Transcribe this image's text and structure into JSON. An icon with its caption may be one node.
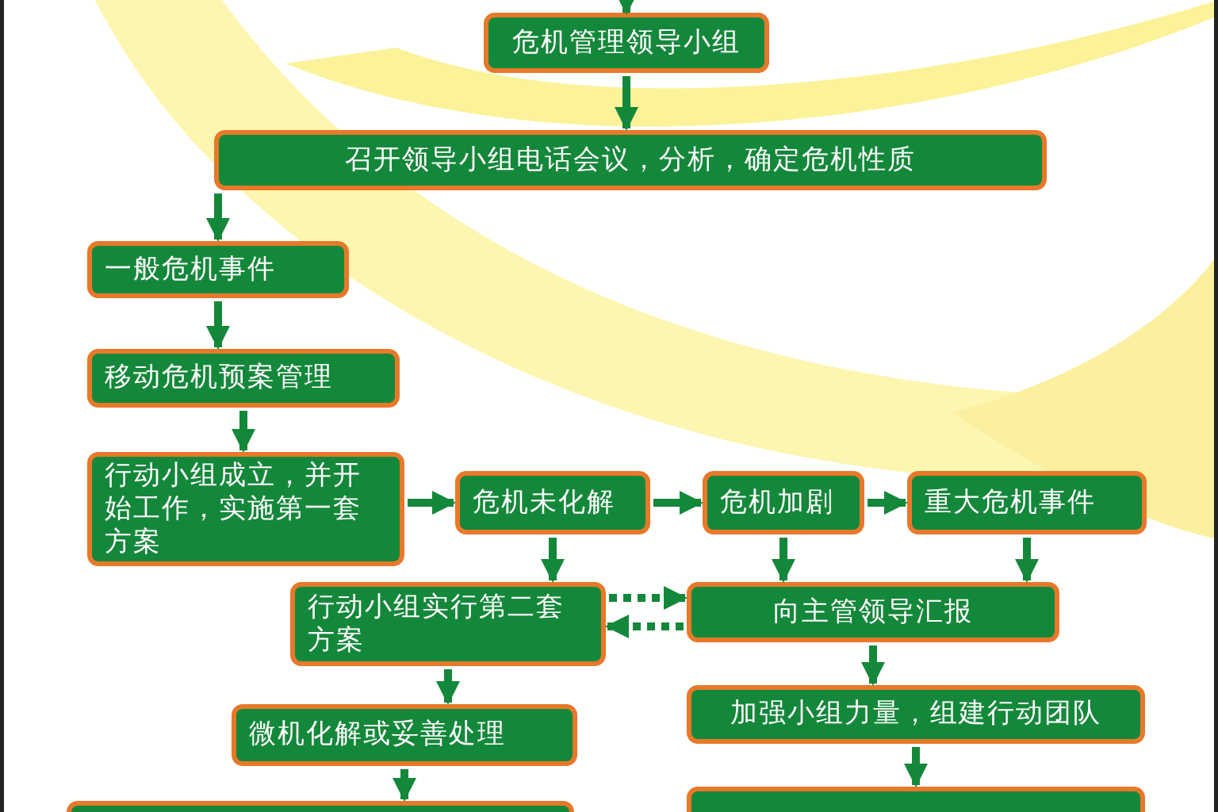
{
  "diagram": {
    "nodes": [
      {
        "text": [
          "危机管理领导小组"
        ]
      },
      {
        "text": [
          "召开领导小组电话会议，分析，确定危机性质"
        ]
      },
      {
        "text": [
          "一般危机事件"
        ]
      },
      {
        "text": [
          "移动危机预案管理"
        ]
      },
      {
        "text": [
          "行动小组成立，并开始工作，实施第一套方案"
        ]
      },
      {
        "text": [
          "危机未化解"
        ]
      },
      {
        "text": [
          "危机加剧"
        ]
      },
      {
        "text": [
          "重大危机事件"
        ]
      },
      {
        "text": [
          "行动小组实行第二套方案"
        ]
      },
      {
        "text": [
          "向主管领导汇报"
        ]
      },
      {
        "text": [
          "加强小组力量，组建行动团队"
        ]
      },
      {
        "text": [
          "微机化解或妥善处理"
        ]
      },
      {
        "text": [],
        "shape": "box"
      },
      {
        "text": [],
        "shape": "box"
      }
    ],
    "edges": [
      {
        "from": null,
        "to": 0,
        "arrow": "to"
      },
      {
        "from": 0,
        "to": 1,
        "arrow": "to"
      },
      {
        "from": 1,
        "to": 2,
        "arrow": "to"
      },
      {
        "from": 2,
        "to": 3,
        "arrow": "to"
      },
      {
        "from": 3,
        "to": 4,
        "arrow": "to"
      },
      {
        "from": 4,
        "to": 5,
        "arrow": "to"
      },
      {
        "from": 5,
        "to": 6,
        "arrow": "to"
      },
      {
        "from": 6,
        "to": 7,
        "arrow": "to"
      },
      {
        "from": 5,
        "to": 8,
        "arrow": "to"
      },
      {
        "from": 6,
        "to": 9,
        "arrow": "to"
      },
      {
        "from": 7,
        "to": 9,
        "arrow": "to"
      },
      {
        "from": 8,
        "to": 9,
        "arrow": "to",
        "style": "dashed"
      },
      {
        "from": 9,
        "to": 8,
        "arrow": "to",
        "style": "dashed"
      },
      {
        "from": 9,
        "to": 10,
        "arrow": "to"
      },
      {
        "from": 10,
        "to": 13,
        "arrow": "to"
      },
      {
        "from": 8,
        "to": 11,
        "arrow": "to"
      },
      {
        "from": 11,
        "to": 12,
        "arrow": "to"
      }
    ]
  }
}
